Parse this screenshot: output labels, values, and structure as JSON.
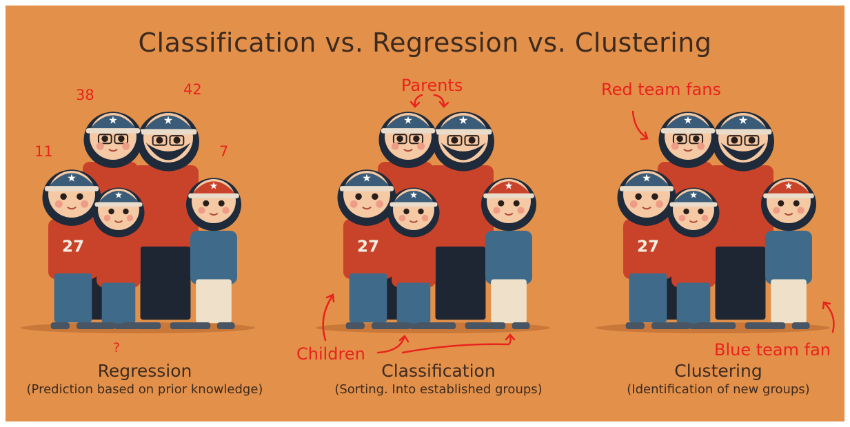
{
  "title": "Classification vs. Regression vs. Clustering",
  "panels": [
    {
      "name": "Regression",
      "subtitle": "(Prediction based on prior knowledge)"
    },
    {
      "name": "Classification",
      "subtitle": "(Sorting. Into established groups)"
    },
    {
      "name": "Clustering",
      "subtitle": "(Identification of new groups)"
    }
  ],
  "annotations": {
    "ages": [
      "38",
      "42",
      "11",
      "7",
      "?"
    ],
    "parents": "Parents",
    "children": "Children",
    "red_team_fans": "Red team fans",
    "blue_team_fan": "Blue team fan"
  },
  "jersey_number": "27",
  "colors": {
    "background": "#e3914a",
    "annotation": "#e8231c",
    "text": "#3d2a1f",
    "red_team": "#c9432b",
    "blue_team": "#3f6a8a",
    "cap": "#3b5c78"
  }
}
